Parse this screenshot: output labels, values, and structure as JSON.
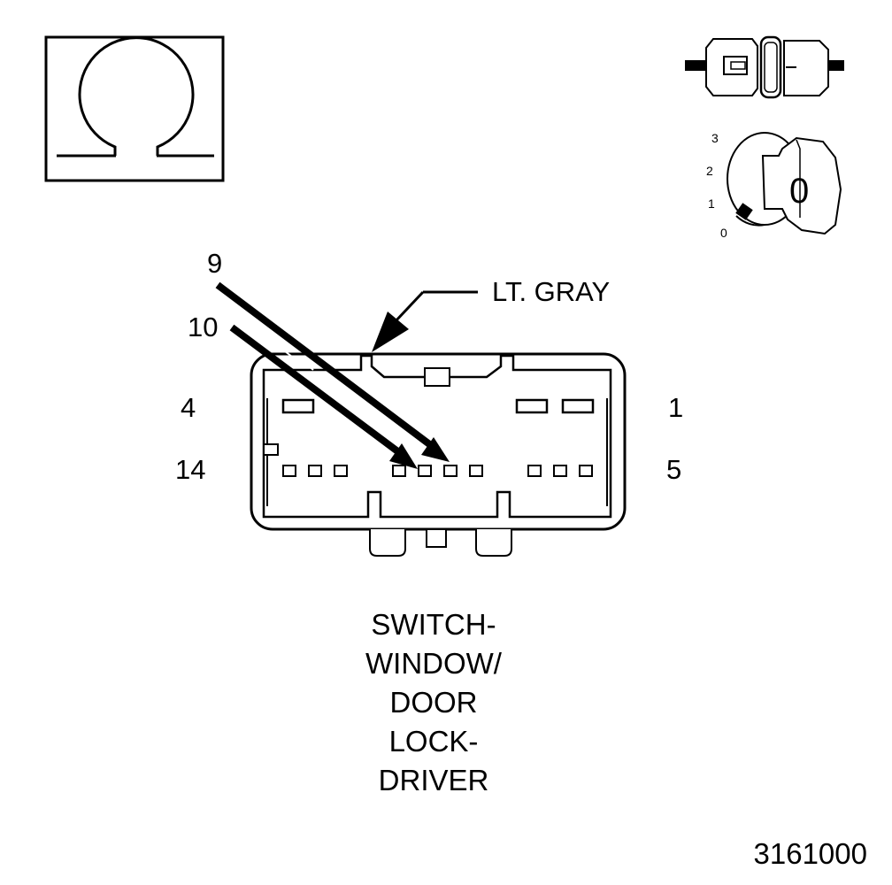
{
  "connector": {
    "color_label": "LT. GRAY",
    "pin_labels": {
      "top_left": "4",
      "top_right": "1",
      "bottom_left": "14",
      "bottom_right": "5",
      "arrow_a": "9",
      "arrow_b": "10"
    },
    "caption_lines": [
      "SWITCH-",
      "WINDOW/",
      "DOOR",
      "LOCK-",
      "DRIVER"
    ]
  },
  "ignition_icon": {
    "dial_positions": [
      "3",
      "2",
      "1",
      "0"
    ],
    "key_position": "0"
  },
  "icons": {
    "ohmmeter": "omega-icon",
    "connector_disconnected": "connector-disconnected-icon",
    "ignition": "ignition-key-icon"
  },
  "figure_number": "3161000"
}
